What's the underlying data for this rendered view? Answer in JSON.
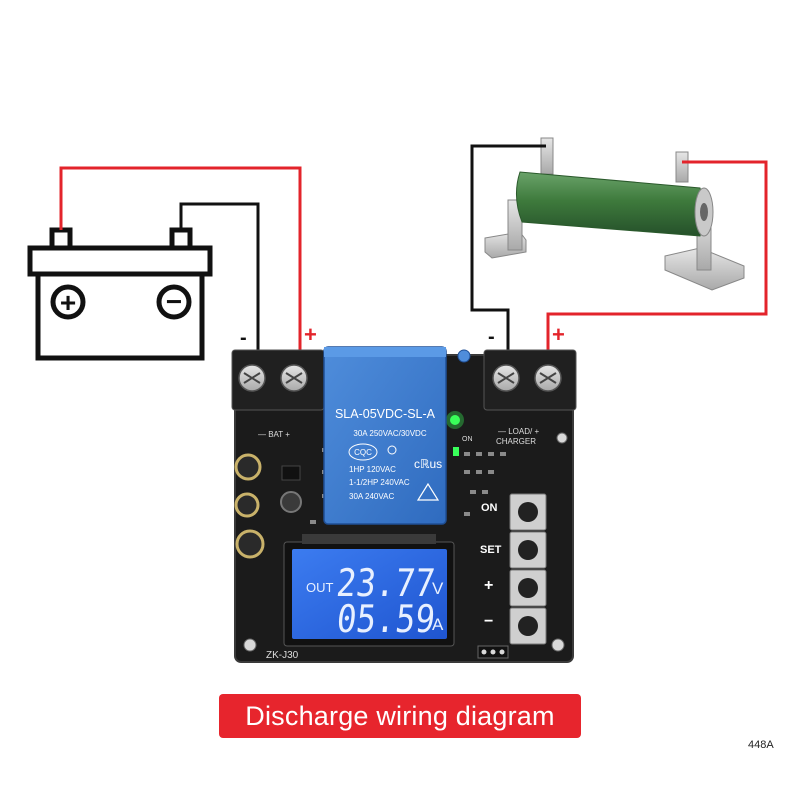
{
  "battery": {
    "positive_symbol": "+",
    "negative_symbol": "−",
    "wire_minus_label": "-",
    "wire_plus_label": "+"
  },
  "load": {
    "wire_minus_label": "-",
    "wire_plus_label": "+"
  },
  "board": {
    "bat_label": "— BAT +",
    "load_label": "— LOAD/ +",
    "charger_label": "CHARGER",
    "model_label": "ZK-J30",
    "on_indicator_label": "ON",
    "buttons": [
      {
        "label": "ON"
      },
      {
        "label": "SET"
      },
      {
        "label": "+"
      },
      {
        "label": "−"
      }
    ]
  },
  "relay": {
    "model": "SLA-05VDC-SL-A",
    "rating_1": "30A  250VAC/30VDC",
    "cert": "CQC",
    "hp_1": "1HP 120VAC",
    "hp_2": "1-1/2HP 240VAC",
    "rating_2": "30A  240VAC"
  },
  "lcd": {
    "out_label": "OUT",
    "voltage": "23.77",
    "voltage_unit": "V",
    "current": "05.59",
    "current_unit": "A"
  },
  "colors": {
    "wire_red": "#e3242b",
    "wire_black": "#111111",
    "pcb": "#1b1b1b",
    "relay_blue": "#3f7fd0",
    "lcd_bg": "#2f6fe8",
    "resistor_green": "#3f7a3c",
    "caption_bg": "#e7252d"
  },
  "caption": "Discharge wiring diagram",
  "code": "448A"
}
